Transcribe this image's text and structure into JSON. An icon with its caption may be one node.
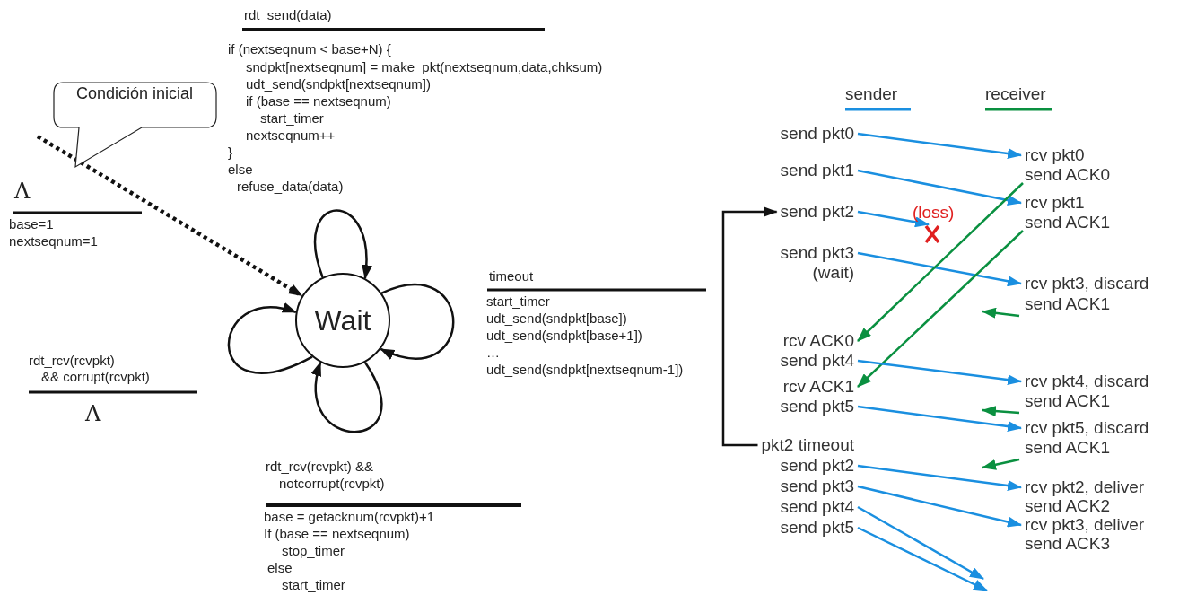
{
  "diagram": {
    "nodes": [
      {
        "text": [
          "Wait"
        ]
      },
      {
        "text": [
          "Condición inicial"
        ]
      },
      {
        "text": [
          "send pkt0"
        ]
      },
      {
        "text": [
          "send pkt1"
        ]
      },
      {
        "text": [
          "send pkt2"
        ]
      },
      {
        "text": [
          "send pkt3 (wait)"
        ]
      },
      {
        "text": [
          "rcv ACK0"
        ]
      },
      {
        "text": [
          "send pkt4"
        ]
      },
      {
        "text": [
          "rcv ACK1"
        ]
      },
      {
        "text": [
          "send pkt5"
        ]
      },
      {
        "text": [
          "pkt2 timeout"
        ]
      },
      {
        "text": [
          "send pkt2"
        ]
      },
      {
        "text": [
          "send pkt3"
        ]
      },
      {
        "text": [
          "send pkt4"
        ]
      },
      {
        "text": [
          "send pkt5"
        ]
      },
      {
        "text": [
          "rcv pkt0"
        ]
      },
      {
        "text": [
          "send ACK0"
        ]
      },
      {
        "text": [
          "rcv pkt1"
        ]
      },
      {
        "text": [
          "send ACK1"
        ]
      },
      {
        "text": [
          "rcv pkt3, discard"
        ]
      },
      {
        "text": [
          "send ACK1"
        ]
      },
      {
        "text": [
          "rcv pkt4, discard"
        ]
      },
      {
        "text": [
          "send ACK1"
        ]
      },
      {
        "text": [
          "rcv pkt5, discard"
        ]
      },
      {
        "text": [
          "send ACK1"
        ]
      },
      {
        "text": [
          "rcv pkt2, deliver"
        ]
      },
      {
        "text": [
          "send ACK2"
        ]
      },
      {
        "text": [
          "rcv pkt3, deliver"
        ]
      },
      {
        "text": [
          "send ACK3"
        ]
      },
      {
        "text": [
          "(loss)"
        ]
      }
    ],
    "edges": [
      {
        "from": null,
        "to": 0,
        "arrow": "to",
        "style": "dashed",
        "color": "#111111"
      },
      {
        "from": 0,
        "to": 0,
        "arrow": "to",
        "color": "#111111"
      },
      {
        "from": 0,
        "to": 0,
        "arrow": "to",
        "color": "#111111"
      },
      {
        "from": 0,
        "to": 0,
        "arrow": "to",
        "color": "#111111"
      },
      {
        "from": 0,
        "to": 0,
        "arrow": "to",
        "color": "#111111"
      },
      {
        "from": 2,
        "to": 15,
        "arrow": "to",
        "color": "#1a8fe0"
      },
      {
        "from": 3,
        "to": 17,
        "arrow": "to",
        "color": "#1a8fe0"
      },
      {
        "from": 4,
        "to": 29,
        "arrow": "to",
        "color": "#1a8fe0"
      },
      {
        "from": 5,
        "to": 19,
        "arrow": "to",
        "color": "#1a8fe0"
      },
      {
        "from": 16,
        "to": 6,
        "arrow": "to",
        "color": "#0a9040"
      },
      {
        "from": 18,
        "to": 8,
        "arrow": "to",
        "color": "#0a9040"
      },
      {
        "from": 20,
        "to": null,
        "arrow": "to",
        "color": "#0a9040"
      },
      {
        "from": 7,
        "to": 21,
        "arrow": "to",
        "color": "#1a8fe0"
      },
      {
        "from": 9,
        "to": 23,
        "arrow": "to",
        "color": "#1a8fe0"
      },
      {
        "from": 22,
        "to": null,
        "arrow": "to",
        "color": "#0a9040"
      },
      {
        "from": 24,
        "to": null,
        "arrow": "to",
        "color": "#0a9040"
      },
      {
        "from": 10,
        "to": 4,
        "arrow": "to",
        "color": "#111111"
      },
      {
        "from": 11,
        "to": 25,
        "arrow": "to",
        "color": "#1a8fe0"
      },
      {
        "from": 12,
        "to": 27,
        "arrow": "to",
        "color": "#1a8fe0"
      },
      {
        "from": 13,
        "to": null,
        "arrow": "to",
        "color": "#1a8fe0"
      },
      {
        "from": 14,
        "to": null,
        "arrow": "to",
        "color": "#1a8fe0"
      }
    ],
    "labels": [
      "rdt_send(data)",
      "if (nextseqnum < base+N) {",
      "sndpkt[nextseqnum] = make_pkt(nextseqnum,data,chksum)",
      "udt_send(sndpkt[nextseqnum])",
      "if (base == nextseqnum)",
      "start_timer",
      "nextseqnum++",
      "}",
      "else",
      "refuse_data(data)",
      "Λ",
      "base=1",
      "nextseqnum=1",
      "timeout",
      "start_timer",
      "udt_send(sndpkt[base])",
      "udt_send(sndpkt[base+1])",
      "…",
      "udt_send(sndpkt[nextseqnum-1])",
      "rdt_rcv(rcvpkt)",
      "&& corrupt(rcvpkt)",
      "Λ",
      "rdt_rcv(rcvpkt) &&",
      "notcorrupt(rcvpkt)",
      "base = getacknum(rcvpkt)+1",
      "If (base == nextseqnum)",
      "stop_timer",
      "else",
      "start_timer"
    ],
    "legend": [
      {
        "text": "sender",
        "color": "#1a8fe0"
      },
      {
        "text": "receiver",
        "color": "#0a9040"
      }
    ]
  }
}
